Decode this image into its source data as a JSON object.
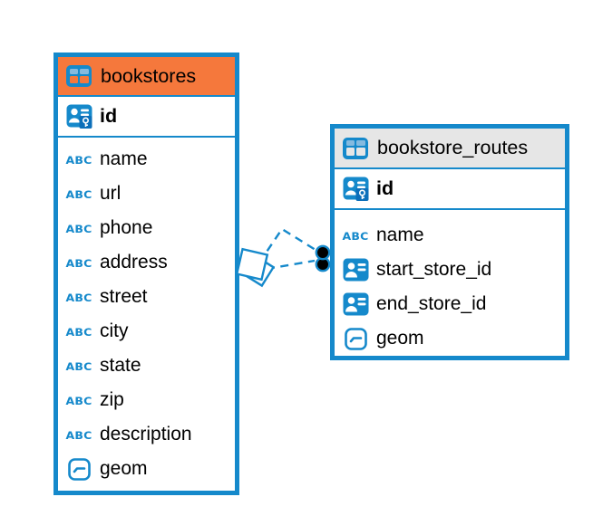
{
  "tables": [
    {
      "name": "bookstores",
      "primary_key": "id",
      "header_color": "#F5783C",
      "columns": [
        {
          "label": "name",
          "type": "text"
        },
        {
          "label": "url",
          "type": "text"
        },
        {
          "label": "phone",
          "type": "text"
        },
        {
          "label": "address",
          "type": "text"
        },
        {
          "label": "street",
          "type": "text"
        },
        {
          "label": "city",
          "type": "text"
        },
        {
          "label": "state",
          "type": "text"
        },
        {
          "label": "zip",
          "type": "text"
        },
        {
          "label": "description",
          "type": "text"
        },
        {
          "label": "geom",
          "type": "geometry"
        }
      ]
    },
    {
      "name": "bookstore_routes",
      "primary_key": "id",
      "header_color": "#E6E6E6",
      "columns": [
        {
          "label": "name",
          "type": "text"
        },
        {
          "label": "start_store_id",
          "type": "reference"
        },
        {
          "label": "end_store_id",
          "type": "reference"
        },
        {
          "label": "geom",
          "type": "geometry"
        }
      ]
    }
  ],
  "icons": {
    "text_type": "ABC"
  },
  "colors": {
    "accent_blue": "#1589CB",
    "orange_header": "#F5783C",
    "gray_header": "#E6E6E6",
    "key_badge_blue": "#0C6FBA",
    "link_dot_fill": "#000000"
  },
  "relationship": {
    "from_table": "bookstores",
    "to_table": "bookstore_routes",
    "line_style": "dashed",
    "endpoint_count": 2
  }
}
